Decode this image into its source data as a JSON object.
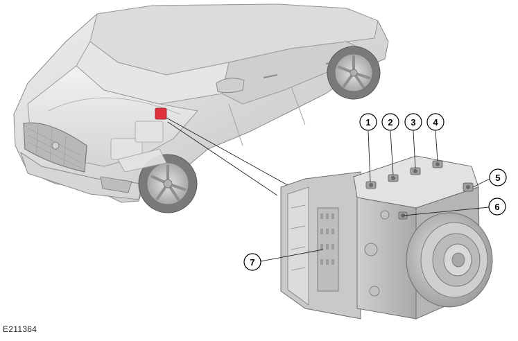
{
  "figure": {
    "id": "E211364"
  },
  "callouts": [
    {
      "label": "1"
    },
    {
      "label": "2"
    },
    {
      "label": "3"
    },
    {
      "label": "4"
    },
    {
      "label": "5"
    },
    {
      "label": "6"
    },
    {
      "label": "7"
    }
  ],
  "highlight_color": "#e0303a",
  "line_color": "#222222"
}
